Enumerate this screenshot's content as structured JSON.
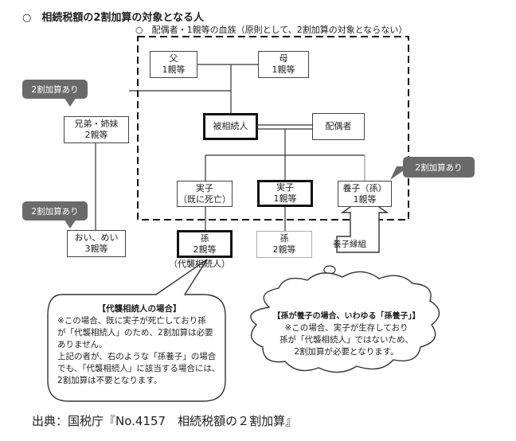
{
  "title": "○　相続税額の2割加算の対象となる人",
  "subtitle": "○　配偶者・1親等の血族（原則として、2割加算の対象とならない）",
  "nodes": {
    "father": [
      "父",
      "1親等"
    ],
    "mother": [
      "母",
      "1親等"
    ],
    "decedent": [
      "被相続人"
    ],
    "spouse": [
      "配偶者"
    ],
    "sibling": [
      "兄弟・姉妹",
      "2親等"
    ],
    "nephew": [
      "おい、めい",
      "3親等"
    ],
    "child_deceased": [
      "実子",
      "（既に死亡）"
    ],
    "child": [
      "実子",
      "1親等"
    ],
    "adopted": [
      "養子（孫）",
      "1親等"
    ],
    "grandchild_rep": [
      "孫",
      "2親等"
    ],
    "grandchild": [
      "孫",
      "2親等"
    ],
    "adoption": [
      "養子縁組"
    ]
  },
  "tags": {
    "sibling": "2割加算あり",
    "nephew": "2割加算あり",
    "adopted": "2割加算あり"
  },
  "rep_heir_label": "（代襲相続人）",
  "callout_left": [
    "【代襲相続人の場合】",
    "※この場合、既に実子が死亡しており孫",
    "が「代襲相続人」のため、2割加算は必要",
    "ありません。",
    "上記の者が、右のような「孫養子」の場合",
    "でも、「代襲相続人」に該当する場合には、",
    "2割加算は不要となります。"
  ],
  "callout_right": [
    "【孫が養子の場合、いわゆる「孫養子」】",
    "※この場合、実子が生存しており",
    "孫が「代襲相続人」ではないため、",
    "2割加算が必要となります。"
  ],
  "source": "出典：国税庁『No.4157　相続税額の２割加算』"
}
